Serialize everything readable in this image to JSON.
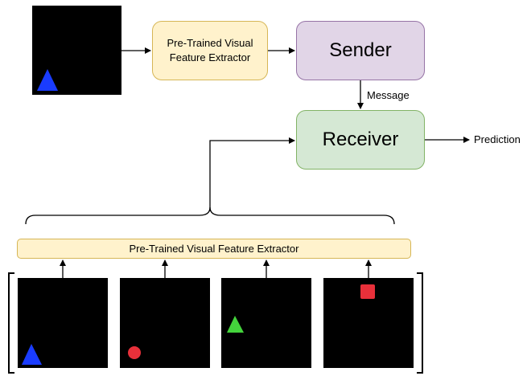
{
  "nodes": {
    "feature_extractor_top": "Pre-Trained Visual Feature Extractor",
    "sender": "Sender",
    "receiver": "Receiver",
    "feature_extractor_bottom": "Pre-Trained Visual Feature Extractor"
  },
  "edge_labels": {
    "message": "Message",
    "prediction": "Prediction"
  },
  "images": {
    "target": {
      "shape": "triangle",
      "color": "#1a3cff"
    },
    "candidates": [
      {
        "shape": "triangle",
        "color": "#1a3cff"
      },
      {
        "shape": "circle",
        "color": "#e8303a"
      },
      {
        "shape": "triangle",
        "color": "#44d43c"
      },
      {
        "shape": "square",
        "color": "#e8303a"
      }
    ]
  },
  "colors": {
    "extractor_fill": "#fff2cc",
    "sender_fill": "#e1d5e7",
    "receiver_fill": "#d5e8d4"
  }
}
